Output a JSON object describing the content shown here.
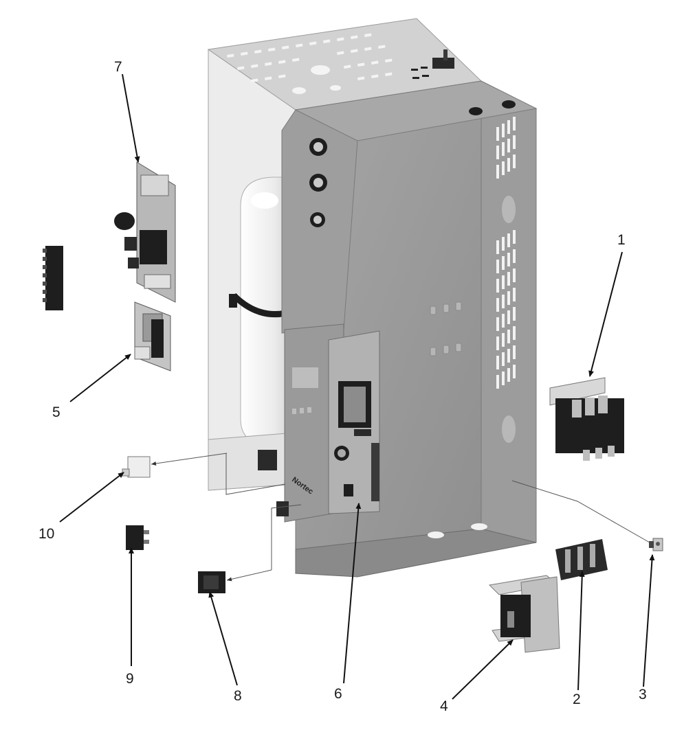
{
  "figure": {
    "brand_mark": "Nortec"
  },
  "callouts": [
    {
      "id": "1",
      "label": "1",
      "part": "contactor"
    },
    {
      "id": "2",
      "label": "2",
      "part": "terminal-block"
    },
    {
      "id": "3",
      "label": "3",
      "part": "ground-lug"
    },
    {
      "id": "4",
      "label": "4",
      "part": "transformer"
    },
    {
      "id": "5",
      "label": "5",
      "part": "relay-board"
    },
    {
      "id": "6",
      "label": "6",
      "part": "main-control-board"
    },
    {
      "id": "7",
      "label": "7",
      "part": "control-board"
    },
    {
      "id": "8",
      "label": "8",
      "part": "rocker-switch"
    },
    {
      "id": "9",
      "label": "9",
      "part": "rocker-switch-small"
    },
    {
      "id": "10",
      "label": "10",
      "part": "fuse-holder"
    }
  ],
  "colors": {
    "cabinet_shell": "#c8c8c8",
    "cabinet_inner": "#9a9a9a",
    "component_dark": "#1e1e1e",
    "tank": "#f2f2f2"
  }
}
